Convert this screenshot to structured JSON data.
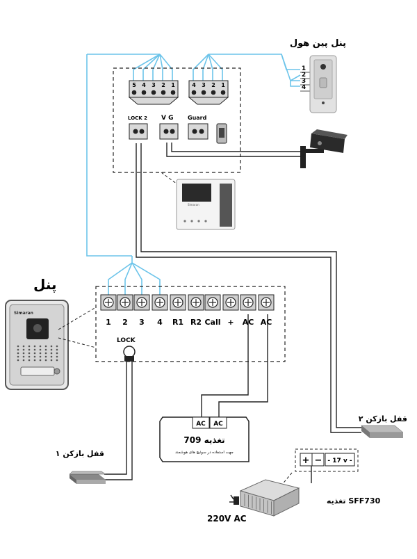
{
  "colors": {
    "wire_blue": "#6cc4ea",
    "wire_black": "#222222",
    "terminal_gray": "#c8c8c8",
    "panel_body": "#d9d9d9"
  },
  "top_block": {
    "terminal_group_a": [
      "5",
      "4",
      "3",
      "2",
      "1"
    ],
    "terminal_group_b": [
      "4",
      "3",
      "2",
      "1"
    ],
    "lock2_label": "LOCK 2",
    "vg_label": "V  G",
    "guard_label": "Guard"
  },
  "pinhole_panel": {
    "title": "پنل پین هول",
    "pins": [
      "1",
      "2",
      "3",
      "4"
    ]
  },
  "main_panel": {
    "title": "پنل",
    "brand": "Simaran"
  },
  "bottom_block": {
    "terminals": [
      "1",
      "2",
      "3",
      "4",
      "R1",
      "R2",
      "Call",
      "+",
      "AC",
      "AC"
    ],
    "lock_label": "LOCK"
  },
  "power_709": {
    "ac_left": "AC",
    "ac_right": "AC",
    "title": "تغذیه 709",
    "note": "جهت استفاده در سوئیچ های هوشمند"
  },
  "power_sff730": {
    "plus": "+",
    "minus": "−",
    "voltage": "- 17 v -",
    "title": "تغذیه SFF730",
    "input": "220V AC"
  },
  "locks": {
    "lock1_label": "قفل بازکن ۱",
    "lock2_label": "قفل بازکن ۲"
  },
  "monitor": {
    "brand": "Simaran"
  }
}
